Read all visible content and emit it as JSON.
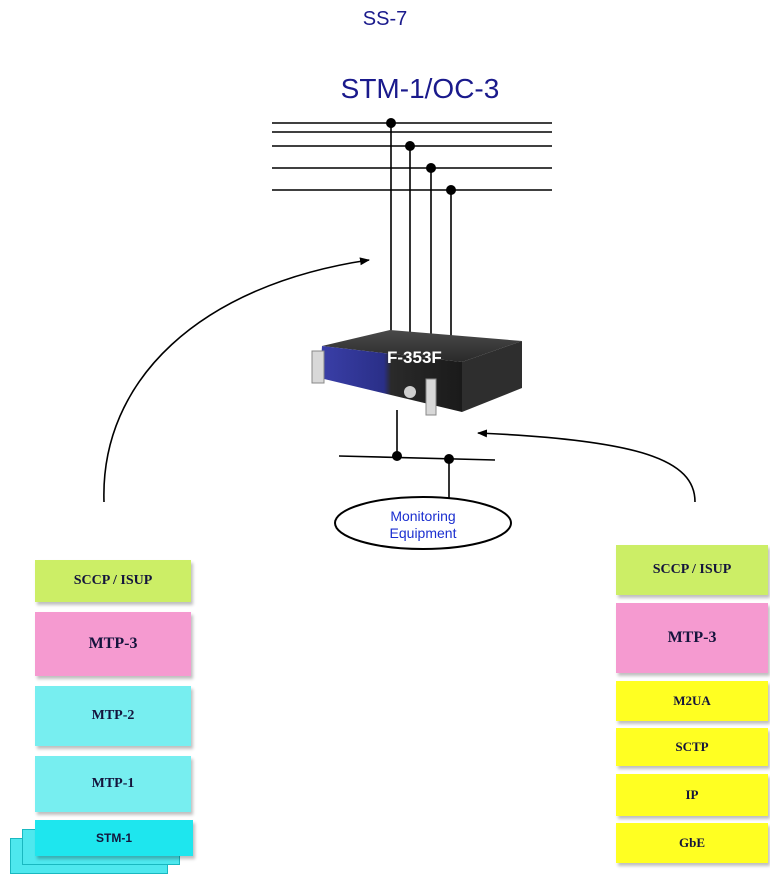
{
  "titles": {
    "protocol": "SS-7",
    "interface": "STM-1/OC-3"
  },
  "device": {
    "label": "F-353F"
  },
  "monitoring": {
    "line1": "Monitoring",
    "line2": "Equipment"
  },
  "left_stack": {
    "layers": [
      "SCCP / ISUP",
      "MTP-3",
      "MTP-2",
      "MTP-1",
      "STM-1"
    ]
  },
  "right_stack": {
    "layers": [
      "SCCP / ISUP",
      "MTP-3",
      "M2UA",
      "SCTP",
      "IP",
      "GbE"
    ]
  },
  "colors": {
    "title_text": "#1a1a8c",
    "monitoring_text": "#1b2fd0",
    "sccp_isup": "#ccee66",
    "mtp3": "#f59ad0",
    "mtp12": "#77eef0",
    "ip_stack": "#ffff22",
    "stm1": "#1ee6ee"
  }
}
